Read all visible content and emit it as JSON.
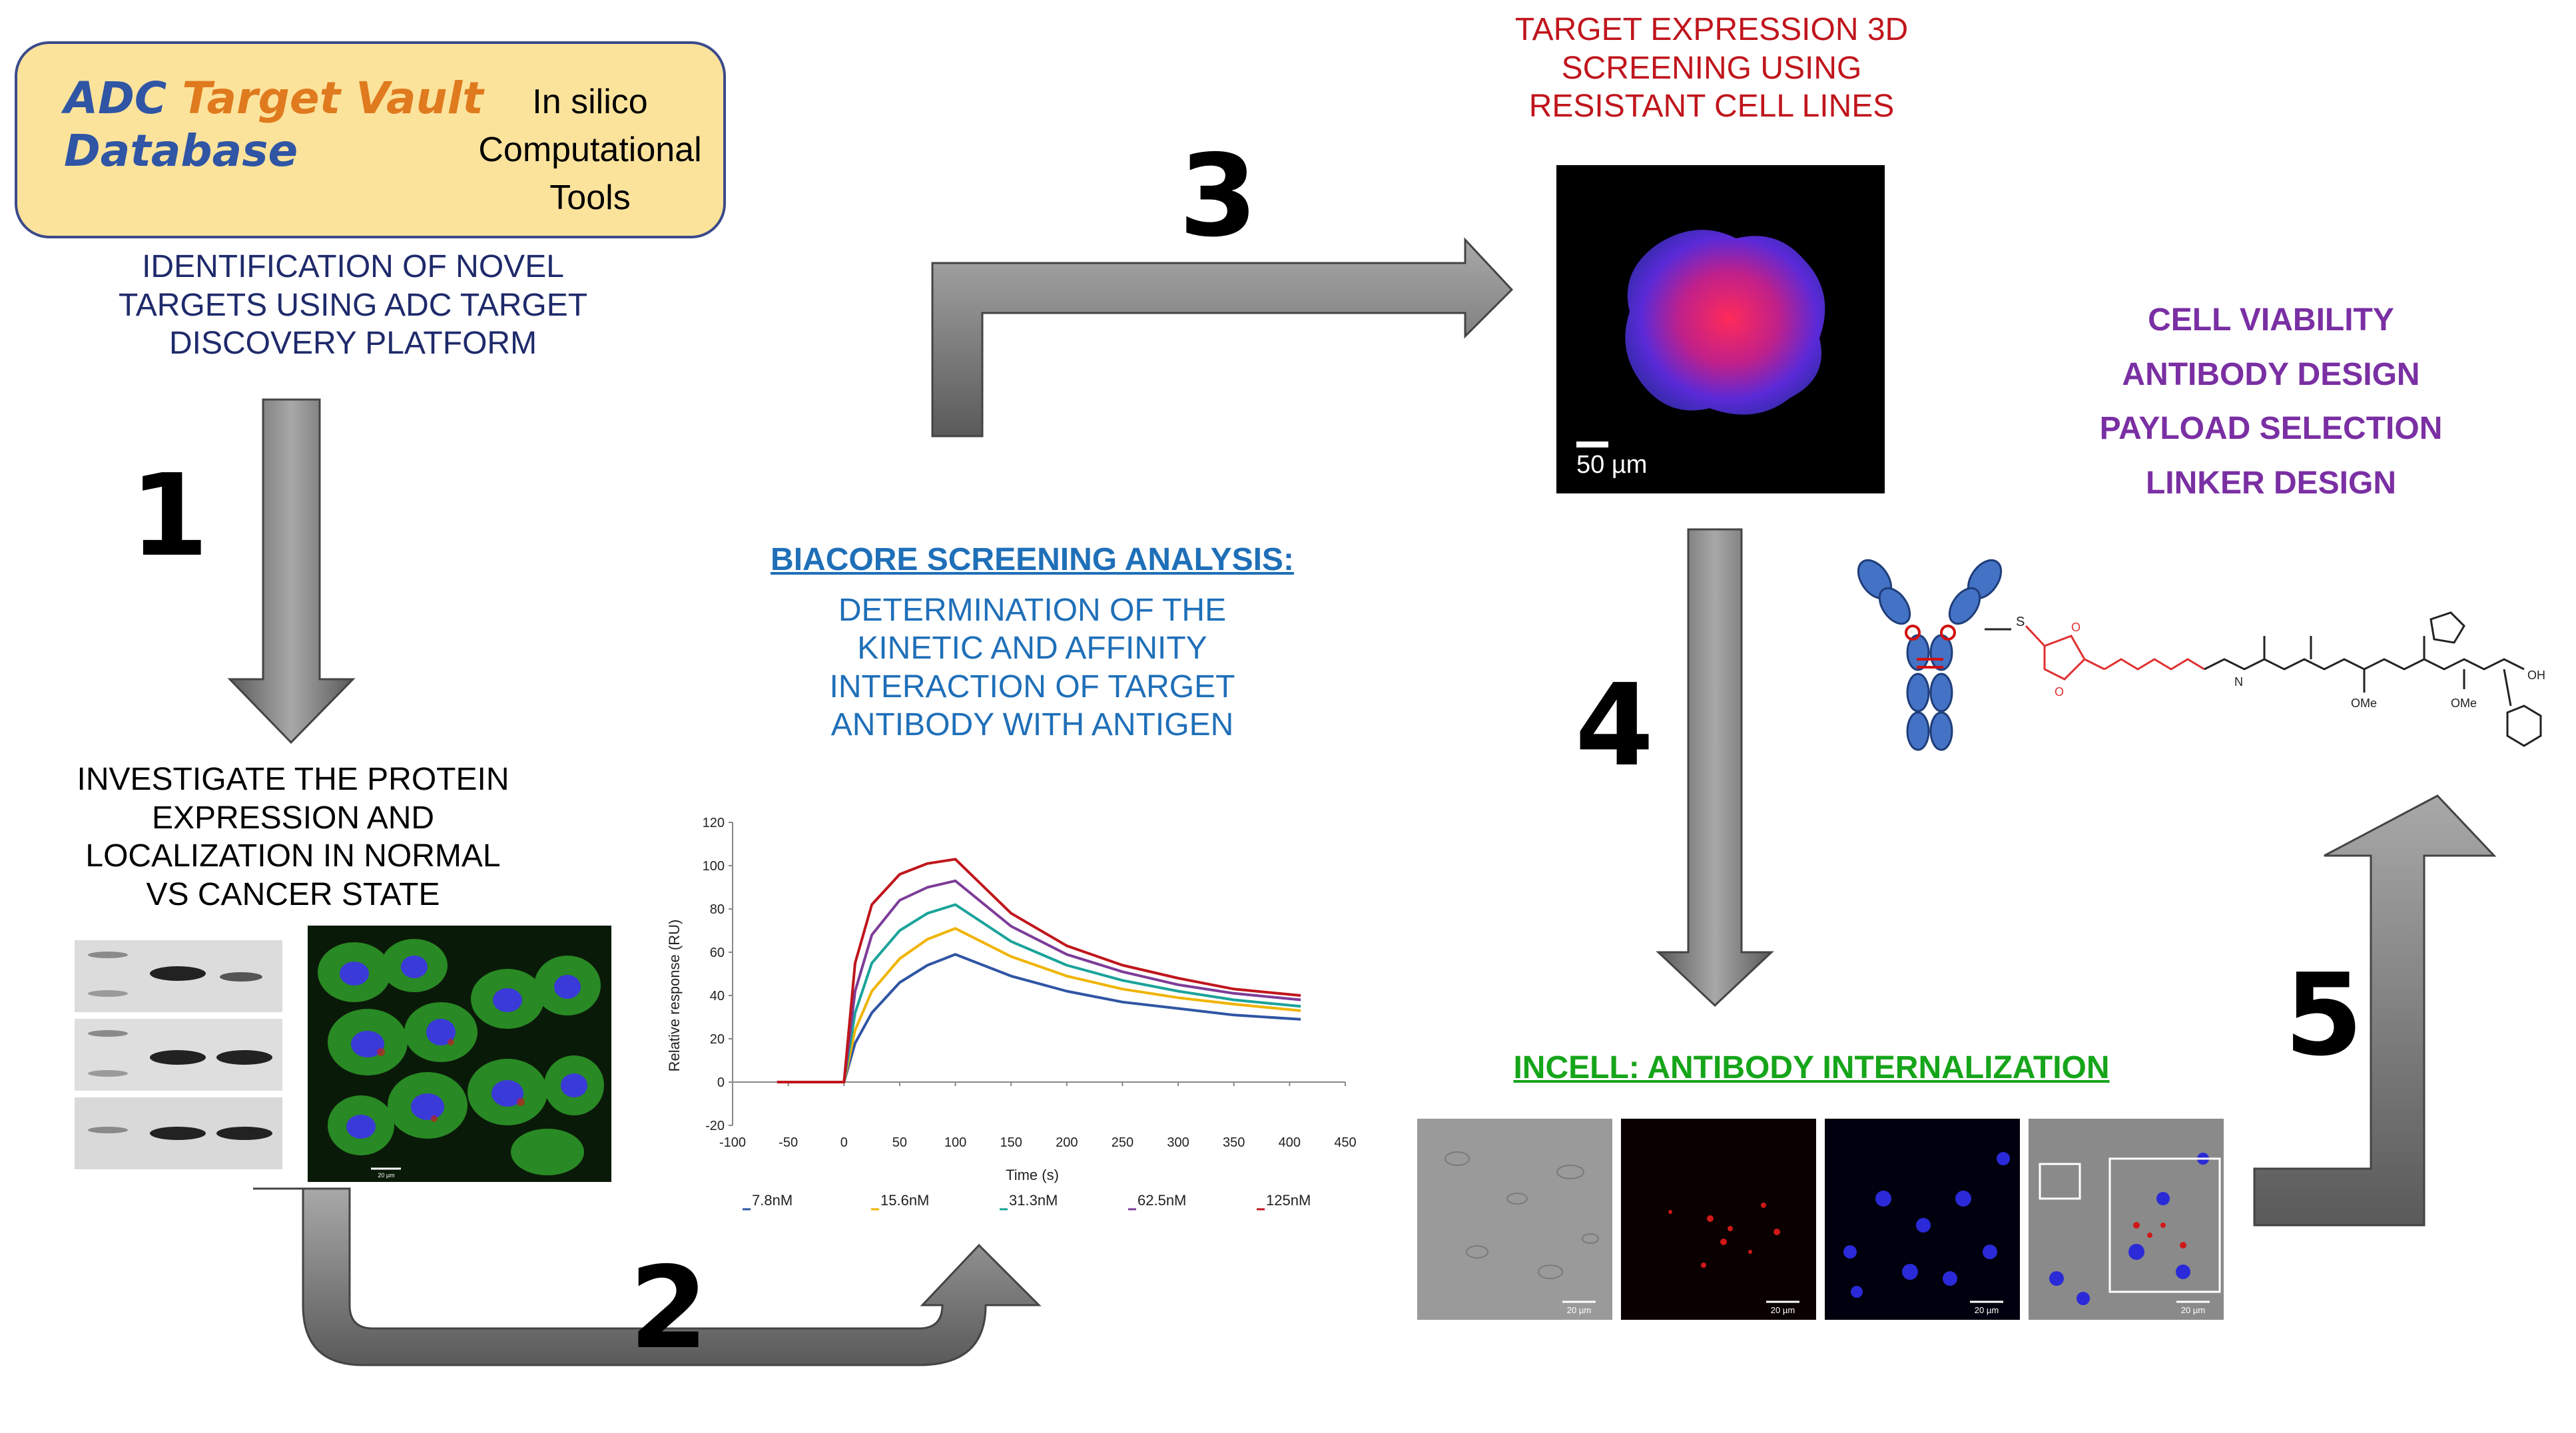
{
  "database": {
    "line1_a": "ADC",
    "line1_b": "Target Vault",
    "line2": "Database",
    "tools": [
      "In silico",
      "Computational",
      "Tools"
    ]
  },
  "identification": [
    "IDENTIFICATION OF NOVEL",
    "TARGETS USING ADC TARGET",
    "DISCOVERY PLATFORM"
  ],
  "investigate": [
    "INVESTIGATE THE PROTEIN",
    "EXPRESSION AND",
    "LOCALIZATION IN NORMAL",
    "VS CANCER STATE"
  ],
  "steps": [
    "1",
    "2",
    "3",
    "4",
    "5"
  ],
  "biacore": {
    "title": "BIACORE SCREENING ANALYSIS:",
    "lines": [
      "DETERMINATION OF THE",
      "KINETIC AND AFFINITY",
      "INTERACTION OF TARGET",
      "ANTIBODY WITH ANTIGEN"
    ]
  },
  "target_3d": [
    "TARGET EXPRESSION 3D",
    "SCREENING USING",
    "RESISTANT CELL LINES"
  ],
  "scale_bar_label": "50 µm",
  "cell_viability": [
    "CELL VIABILITY",
    "ANTIBODY DESIGN",
    "PAYLOAD SELECTION",
    "LINKER DESIGN"
  ],
  "incell_title": "INCELL: ANTIBODY INTERNALIZATION",
  "micro_scale_labels": [
    "20 µm",
    "20 µm",
    "20 µm",
    "20 µm"
  ],
  "confocal_scale_label": "20 µm",
  "molecule_labels": [
    "S",
    "O",
    "O",
    "N",
    "OMe",
    "OMe",
    "OH"
  ],
  "chart_data": {
    "type": "line",
    "xlabel": "Time (s)",
    "ylabel": "Relative response (RU)",
    "xlim": [
      -100,
      450
    ],
    "ylim": [
      -20,
      120
    ],
    "xticks": [
      -100,
      -50,
      0,
      50,
      100,
      150,
      200,
      250,
      300,
      350,
      400,
      450
    ],
    "yticks": [
      -20,
      0,
      20,
      40,
      60,
      80,
      100,
      120
    ],
    "legend_position": "bottom",
    "series": [
      {
        "name": "7.8nM",
        "color": "#2f55a4",
        "x": [
          -60,
          0,
          10,
          25,
          50,
          75,
          100,
          150,
          200,
          250,
          300,
          350,
          410
        ],
        "y": [
          0,
          0,
          18,
          32,
          46,
          54,
          59,
          49,
          42,
          37,
          34,
          31,
          29
        ]
      },
      {
        "name": "15.6nM",
        "color": "#f0b400",
        "x": [
          -60,
          0,
          10,
          25,
          50,
          75,
          100,
          150,
          200,
          250,
          300,
          350,
          410
        ],
        "y": [
          0,
          0,
          24,
          42,
          57,
          66,
          71,
          58,
          49,
          43,
          39,
          36,
          33
        ]
      },
      {
        "name": "31.3nM",
        "color": "#1aa39a",
        "x": [
          -60,
          0,
          10,
          25,
          50,
          75,
          100,
          150,
          200,
          250,
          300,
          350,
          410
        ],
        "y": [
          0,
          0,
          32,
          55,
          70,
          78,
          82,
          65,
          54,
          47,
          42,
          38,
          35
        ]
      },
      {
        "name": "62.5nM",
        "color": "#7d3c98",
        "x": [
          -60,
          0,
          10,
          25,
          50,
          75,
          100,
          150,
          200,
          250,
          300,
          350,
          410
        ],
        "y": [
          0,
          0,
          42,
          68,
          84,
          90,
          93,
          72,
          59,
          51,
          45,
          41,
          38
        ]
      },
      {
        "name": "125nM",
        "color": "#c0151c",
        "x": [
          -60,
          0,
          10,
          25,
          50,
          75,
          100,
          150,
          200,
          250,
          300,
          350,
          410
        ],
        "y": [
          0,
          0,
          55,
          82,
          96,
          101,
          103,
          78,
          63,
          54,
          48,
          43,
          40
        ]
      }
    ]
  }
}
